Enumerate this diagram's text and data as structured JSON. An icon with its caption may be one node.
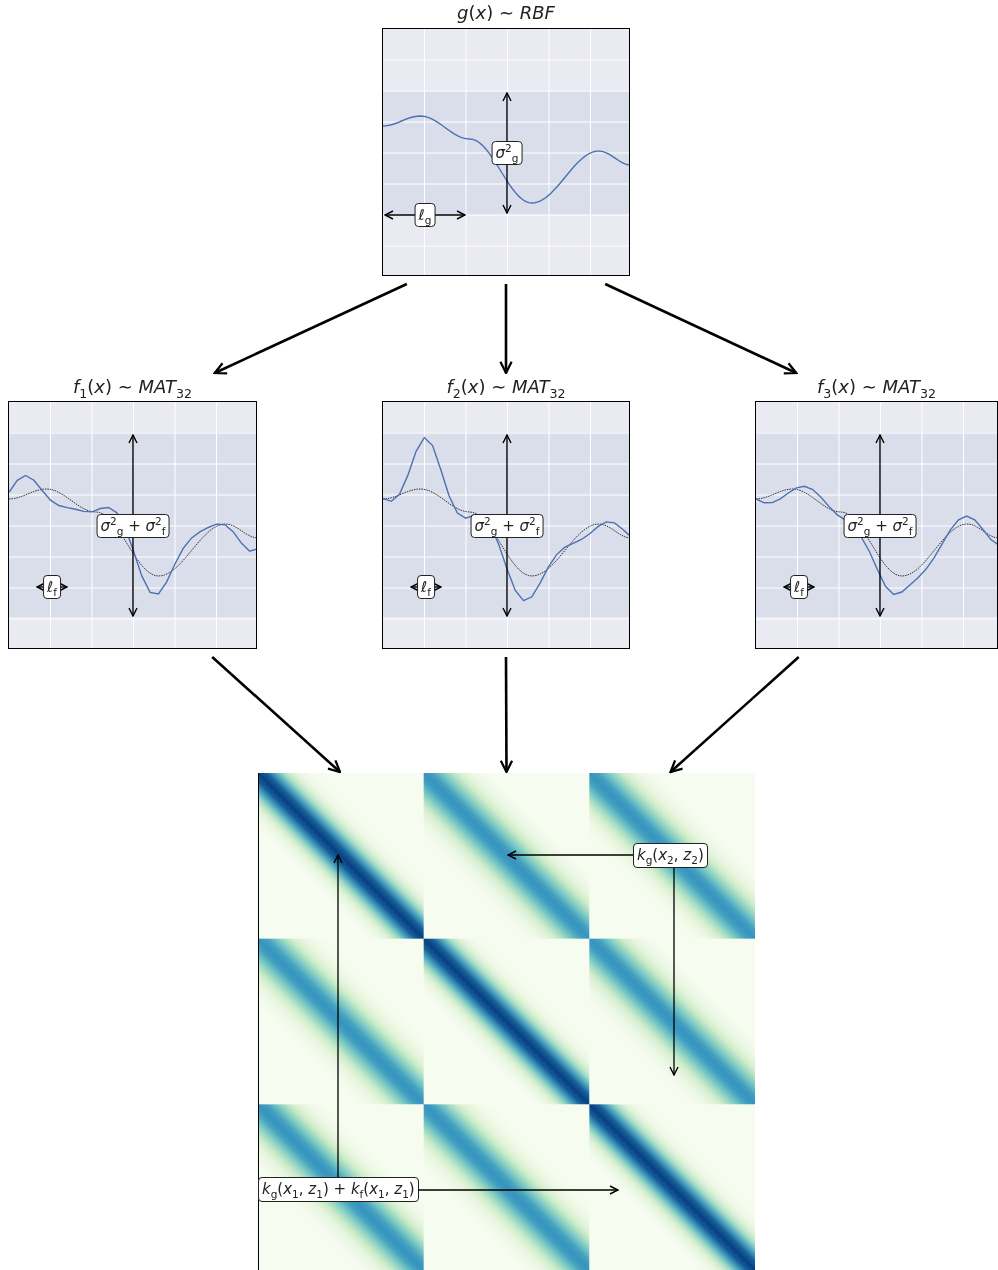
{
  "diagram": {
    "nodes": [
      {
        "text": [
          "*g*(*x*) ∼ *RBF*",
          "*σ*$^{2}$$_{g}$",
          "*ℓ*$_{g}$"
        ]
      },
      {
        "text": [
          "*f*$_{1}$(*x*) ∼ *MAT*$_{32}$",
          "*σ*$^{2}$$_{g}$ + *σ*$^{2}$$_{f}$",
          "*ℓ*$_{f}$"
        ]
      },
      {
        "text": [
          "*f*$_{2}$(*x*) ∼ *MAT*$_{32}$",
          "*σ*$^{2}$$_{g}$ + *σ*$^{2}$$_{f}$",
          "*ℓ*$_{f}$"
        ]
      },
      {
        "text": [
          "*f*$_{3}$(*x*) ∼ *MAT*$_{32}$",
          "*σ*$^{2}$$_{g}$ + *σ*$^{2}$$_{f}$",
          "*ℓ*$_{f}$"
        ]
      },
      {
        "text": [],
        "shape": "picture"
      },
      {
        "text": [
          "*k*$_{g}$(*x*$_{2}$, *z*$_{2}$)"
        ],
        "in": 4
      },
      {
        "text": [
          "*k*$_{g}$(*x*$_{1}$, *z*$_{1}$) + *k*$_{f}$(*x*$_{1}$, *z*$_{1}$)"
        ],
        "in": 4
      }
    ],
    "edges": [
      {
        "from": 0,
        "to": 1,
        "arrow": "to"
      },
      {
        "from": 0,
        "to": 2,
        "arrow": "to"
      },
      {
        "from": 0,
        "to": 3,
        "arrow": "to"
      },
      {
        "from": 1,
        "to": 4,
        "arrow": "to"
      },
      {
        "from": 2,
        "to": 4,
        "arrow": "to"
      },
      {
        "from": 3,
        "to": 4,
        "arrow": "to"
      },
      {
        "from": 5,
        "to": null,
        "arrow": "to"
      },
      {
        "from": 5,
        "to": null,
        "arrow": "to"
      },
      {
        "from": 6,
        "to": null,
        "arrow": "to"
      },
      {
        "from": 6,
        "to": null,
        "arrow": "to"
      }
    ]
  }
}
